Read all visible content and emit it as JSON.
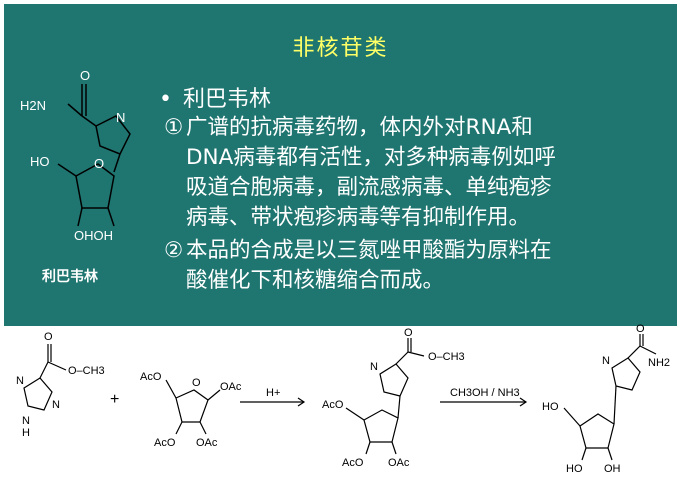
{
  "title": "非核苷类",
  "heading": {
    "bullet": "•",
    "text": "利巴韦林"
  },
  "paragraphs": [
    {
      "marker": "①",
      "lines": [
        "广谱的抗病毒药物，体内外对RNA和",
        "DNA病毒都有活性，对多种病毒例如呼",
        "吸道合胞病毒，副流感病毒、单纯疱疹",
        "病毒、带状疱疹病毒等有抑制作用。"
      ]
    },
    {
      "marker": "②",
      "lines": [
        "本品的合成是以三氮唑甲酸酯为原料在",
        "酸催化下和核糖缩合而成。"
      ]
    }
  ],
  "structure": {
    "caption": "利巴韦林",
    "labels": {
      "o": "O",
      "h2n": "H2N",
      "n": "N",
      "ho": "HO",
      "oh": "OH",
      "ohoh": "OHOH"
    }
  },
  "reaction": {
    "plus": "+",
    "arrow1_label": "H+",
    "arrow2_label": "CH3OH / NH3",
    "labels": {
      "och3": "O–CH3",
      "o": "O",
      "n": "N",
      "h": "H",
      "aco": "AcO",
      "oac": "OAc",
      "ho": "HO",
      "oh": "OH",
      "nh2": "NH2"
    }
  }
}
